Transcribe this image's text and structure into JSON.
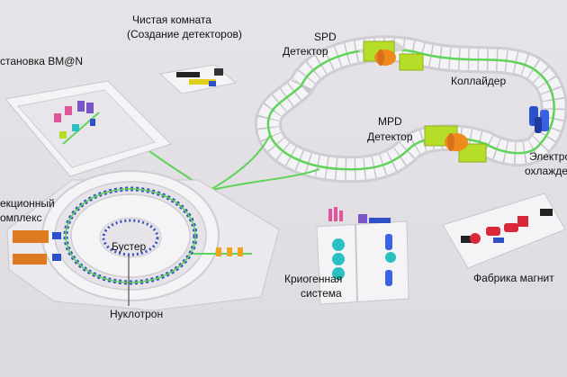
{
  "labels": {
    "clean_room_line1": "Чистая комната",
    "clean_room_line2": "(Создание детекторов)",
    "spd_line1": "SPD",
    "spd_line2": "Детектор",
    "bmn": "становка BM@N",
    "collider": "Коллайдер",
    "mpd_line1": "MPD",
    "mpd_line2": "Детектор",
    "electron_line1": "Электро",
    "electron_line2": "охлажде",
    "injection_line1": "екционный",
    "injection_line2": "омплекс",
    "booster": "Бустер",
    "nuclotron": "Нуклотрон",
    "cryogenic_line1": "Криогенная",
    "cryogenic_line2": "система",
    "magnet_factory": "Фабрика магнит"
  },
  "colors": {
    "background": "#e3e1e6",
    "beamline": "#5fd35a",
    "platform": "#f4f3f5",
    "detector_frame": "#b6dd28",
    "detector_core": "#f08a1e",
    "magnet_blue": "#2d4fc8"
  }
}
